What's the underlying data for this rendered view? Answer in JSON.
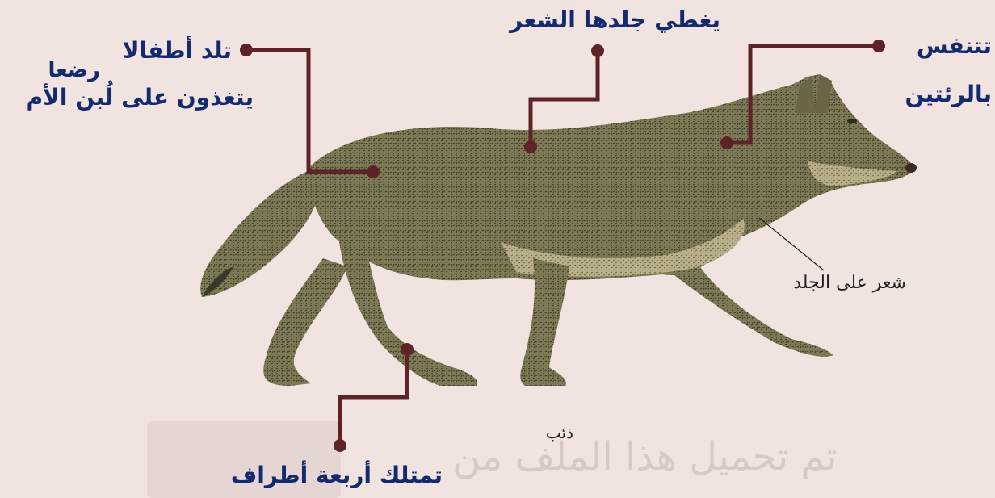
{
  "labels": {
    "hair": "يغطي جلدها الشعر",
    "babies_line1": "تلد أطفالا",
    "babies_line2": "رضعا",
    "babies_line3": "يتغذون على لُبن الأم",
    "breathe_line1": "تتنفس",
    "breathe_line2": "بالرئتين",
    "limbs": "تمتلك أربعة أطراف",
    "hair_on_skin": "شعر على الجلد",
    "animal_name": "ذئب"
  },
  "watermark": {
    "text": "تم تحميل هذا الملف من"
  },
  "colors": {
    "leader_line": "#5e2328",
    "label_text": "#142a6e",
    "background": "#f1e3e0",
    "wolf_fur": "#7d7a55"
  }
}
